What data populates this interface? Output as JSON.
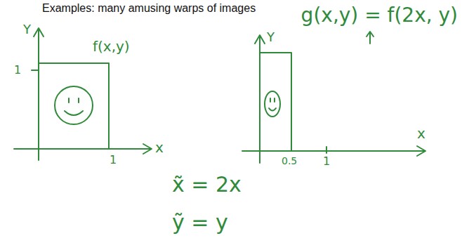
{
  "diagram": {
    "title": "Examples: many amusing warps of images",
    "labels": [
      "Y",
      "1",
      "f(x,y)",
      "x",
      "1",
      "Y",
      "0.5",
      "1",
      "x",
      "g(x,y) = f(2x, y)",
      "x̃ = 2x",
      "ỹ = y"
    ]
  }
}
